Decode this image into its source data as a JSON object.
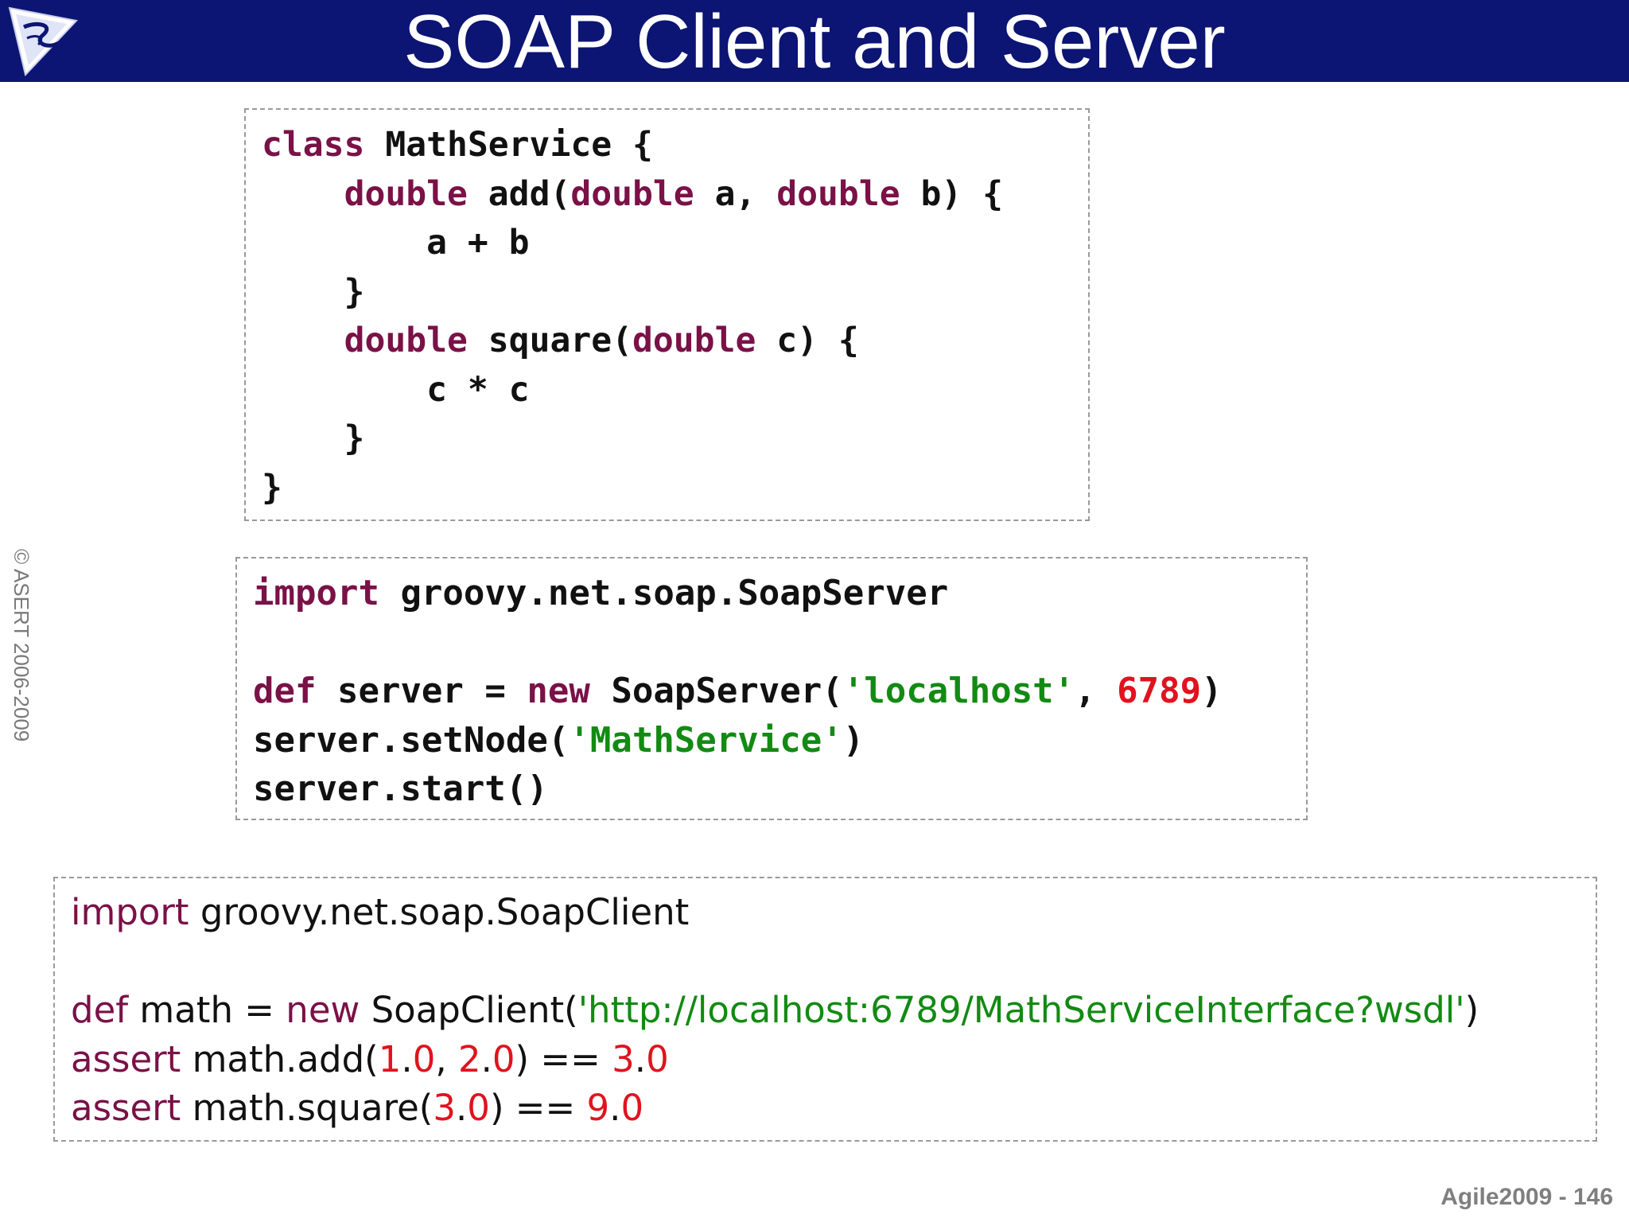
{
  "slide": {
    "title": "SOAP Client and Server",
    "copyright": "© ASERT 2006-2009",
    "footer": "Agile2009 - 146",
    "header_color": "#0c1573",
    "logo_icon": "asert-logo-icon"
  },
  "colors": {
    "keyword": "#7a1147",
    "string": "#138a13",
    "number": "#e0131e",
    "text": "#111111"
  },
  "code_blocks": [
    {
      "lines": [
        [
          {
            "t": "class",
            "c": "kw"
          },
          {
            "t": " MathService {"
          }
        ],
        [
          {
            "t": "    "
          },
          {
            "t": "double",
            "c": "kw"
          },
          {
            "t": " add("
          },
          {
            "t": "double",
            "c": "kw"
          },
          {
            "t": " a, "
          },
          {
            "t": "double",
            "c": "kw"
          },
          {
            "t": " b) {"
          }
        ],
        [
          {
            "t": "        a + b"
          }
        ],
        [
          {
            "t": "    }"
          }
        ],
        [
          {
            "t": "    "
          },
          {
            "t": "double",
            "c": "kw"
          },
          {
            "t": " square("
          },
          {
            "t": "double",
            "c": "kw"
          },
          {
            "t": " c) {"
          }
        ],
        [
          {
            "t": "        c * c"
          }
        ],
        [
          {
            "t": "    }"
          }
        ],
        [
          {
            "t": "}"
          }
        ]
      ]
    },
    {
      "lines": [
        [
          {
            "t": "import",
            "c": "kw"
          },
          {
            "t": " groovy.net.soap.SoapServer"
          }
        ],
        [
          {
            "t": ""
          }
        ],
        [
          {
            "t": "def",
            "c": "kw"
          },
          {
            "t": " server = "
          },
          {
            "t": "new",
            "c": "kw"
          },
          {
            "t": " SoapServer("
          },
          {
            "t": "'localhost'",
            "c": "str"
          },
          {
            "t": ", "
          },
          {
            "t": "6789",
            "c": "num"
          },
          {
            "t": ")"
          }
        ],
        [
          {
            "t": "server.setNode("
          },
          {
            "t": "'MathService'",
            "c": "str"
          },
          {
            "t": ")"
          }
        ],
        [
          {
            "t": "server.start()"
          }
        ]
      ]
    },
    {
      "lines": [
        [
          {
            "t": "import",
            "c": "kw"
          },
          {
            "t": " groovy.net.soap.SoapClient"
          }
        ],
        [
          {
            "t": ""
          }
        ],
        [
          {
            "t": "def",
            "c": "kw"
          },
          {
            "t": " math = "
          },
          {
            "t": "new",
            "c": "kw"
          },
          {
            "t": " SoapClient("
          },
          {
            "t": "'http://localhost:6789/MathServiceInterface?wsdl'",
            "c": "str"
          },
          {
            "t": ")"
          }
        ],
        [
          {
            "t": "assert",
            "c": "kw"
          },
          {
            "t": " math.add("
          },
          {
            "t": "1",
            "c": "num"
          },
          {
            "t": "."
          },
          {
            "t": "0",
            "c": "num"
          },
          {
            "t": ", "
          },
          {
            "t": "2",
            "c": "num"
          },
          {
            "t": "."
          },
          {
            "t": "0",
            "c": "num"
          },
          {
            "t": ") == "
          },
          {
            "t": "3",
            "c": "num"
          },
          {
            "t": "."
          },
          {
            "t": "0",
            "c": "num"
          }
        ],
        [
          {
            "t": "assert",
            "c": "kw"
          },
          {
            "t": " math.square("
          },
          {
            "t": "3",
            "c": "num"
          },
          {
            "t": "."
          },
          {
            "t": "0",
            "c": "num"
          },
          {
            "t": ") == "
          },
          {
            "t": "9",
            "c": "num"
          },
          {
            "t": "."
          },
          {
            "t": "0",
            "c": "num"
          }
        ]
      ]
    }
  ]
}
